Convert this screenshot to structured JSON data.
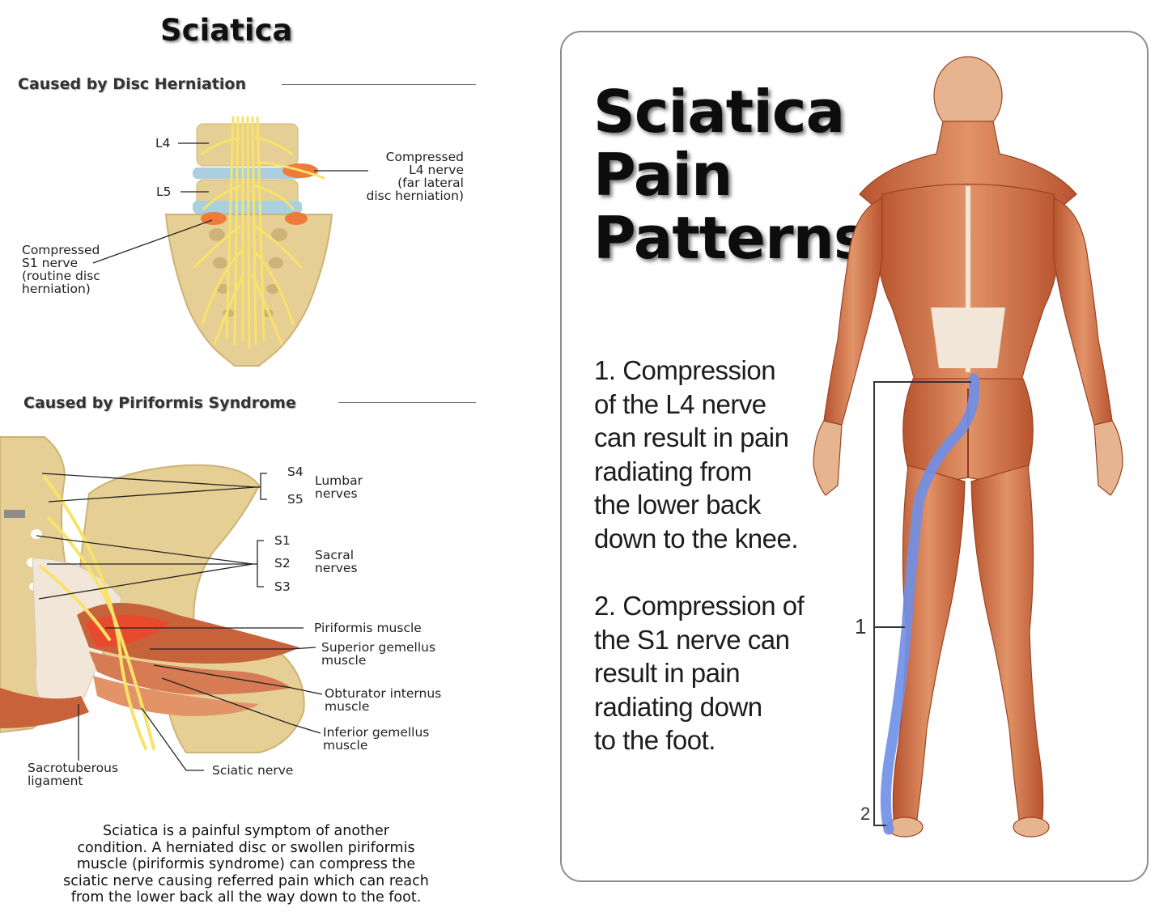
{
  "title": "Sciatica",
  "disc_section": {
    "heading": "Caused by Disc Herniation",
    "labels": {
      "l4": "L4",
      "l5": "L5",
      "l4_comp": [
        "Compressed",
        "L4 nerve",
        "(far lateral",
        "disc herniation)"
      ],
      "s1_comp": [
        "Compressed",
        "S1 nerve",
        "(routine disc",
        "herniation)"
      ]
    }
  },
  "piriformis_section": {
    "heading": "Caused by Piriformis Syndrome",
    "labels": {
      "s4": "S4",
      "s5": "S5",
      "lumbar": [
        "Lumbar",
        "nerves"
      ],
      "s1": "S1",
      "s2": "S2",
      "s3": "S3",
      "sacral": [
        "Sacral",
        "nerves"
      ],
      "piriformis": "Piriformis muscle",
      "sup_gem": [
        "Superior gemellus",
        "muscle"
      ],
      "obt_int": [
        "Obturator internus",
        "muscle"
      ],
      "inf_gem": [
        "Inferior gemellus",
        "muscle"
      ],
      "sacrotub": [
        "Sacrotuberous",
        "ligament"
      ],
      "sciatic": "Sciatic nerve"
    }
  },
  "description": [
    "Sciatica is a painful symptom of another",
    "condition. A herniated disc or swollen piriformis",
    "muscle (piriformis syndrome) can compress the",
    "sciatic nerve causing referred pain which can reach",
    "from the lower back all the way down to the foot."
  ],
  "card": {
    "title": [
      "Sciatica",
      "Pain",
      "Patterns"
    ],
    "point1": [
      "1. Compression",
      "of the L4 nerve",
      "can result in pain",
      "radiating from",
      "the lower back",
      "down to the knee."
    ],
    "point2": [
      "2. Compression of",
      "the S1 nerve can",
      "result in pain",
      "radiating down",
      "to the foot."
    ],
    "marker1": "1",
    "marker2": "2"
  },
  "colors": {
    "bone": "#e6cf94",
    "bone_dark": "#cdb377",
    "nerve": "#f7e36a",
    "disc": "#a9cfe0",
    "herniation": "#f07a3a",
    "muscle": "#c8623a",
    "muscle_light": "#e29368",
    "tendon": "#f1e6d8",
    "pain_path": "#6f8fe8"
  }
}
